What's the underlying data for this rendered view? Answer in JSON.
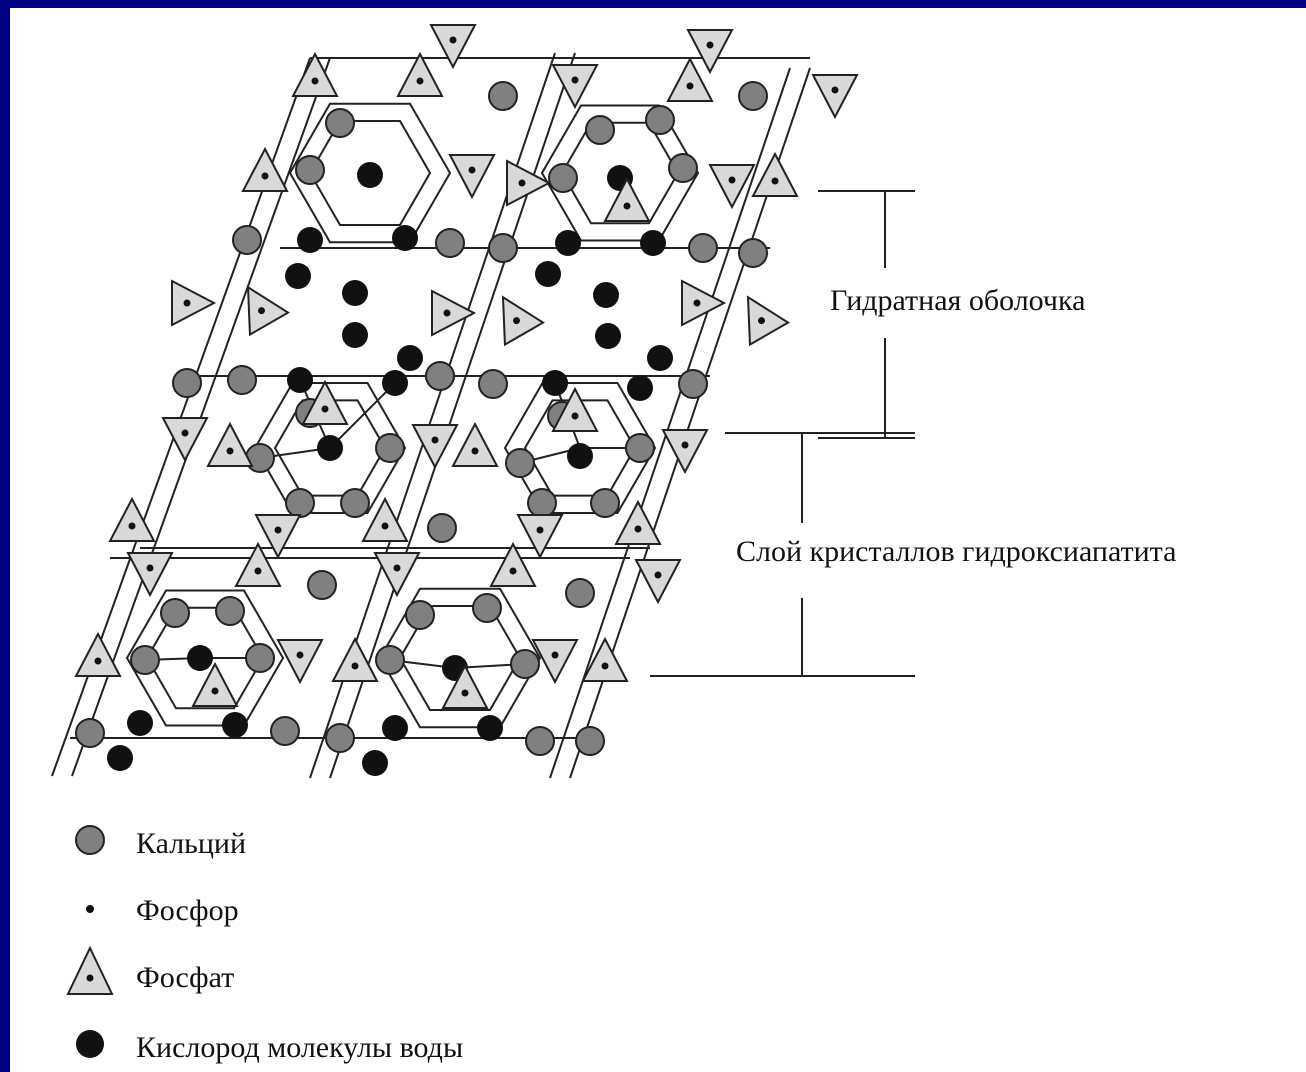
{
  "diagram": {
    "labels": {
      "hydration_shell": "Гидратная оболочка",
      "crystal_layer": "Слой кристаллов гидроксиапатита"
    },
    "legend": [
      {
        "key": "calcium",
        "label": "Кальций"
      },
      {
        "key": "phosphorus",
        "label": "Фосфор"
      },
      {
        "key": "phosphate",
        "label": "Фосфат"
      },
      {
        "key": "water_oxygen",
        "label": "Кислород молекулы воды"
      }
    ],
    "colors": {
      "frame": "#000080",
      "calcium": "#808080",
      "water_oxygen": "#111111",
      "phosphate": "#d9d9d9",
      "line": "#222222"
    }
  }
}
